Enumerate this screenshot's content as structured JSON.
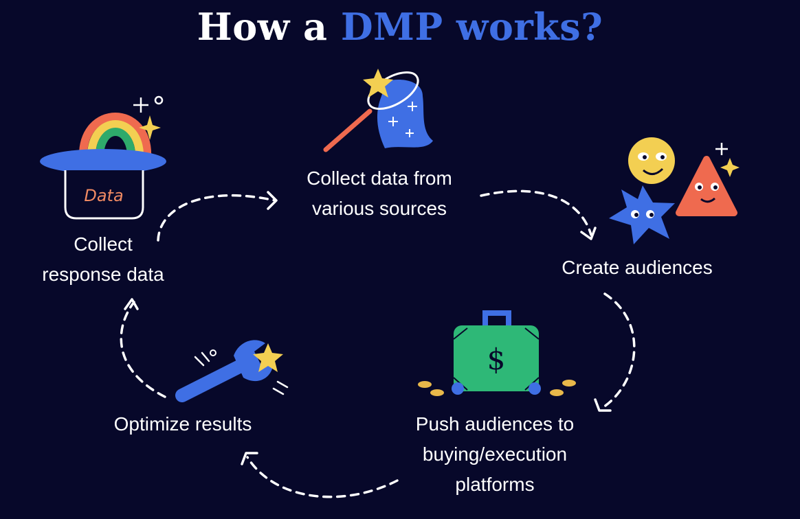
{
  "title": {
    "lead": "How a ",
    "highlight": "DMP works?"
  },
  "hat_text": "Data",
  "steps": [
    {
      "lines": [
        "Collect data from",
        "various sources"
      ]
    },
    {
      "lines": [
        "Create audiences"
      ]
    },
    {
      "lines": [
        "Push audiences to",
        "buying/execution",
        "platforms"
      ]
    },
    {
      "lines": [
        "Optimize results"
      ]
    },
    {
      "lines": [
        "Collect",
        "response data"
      ]
    }
  ],
  "colors": {
    "background": "#07082a",
    "accent_blue": "#3f6fe4",
    "text": "#ffffff"
  }
}
